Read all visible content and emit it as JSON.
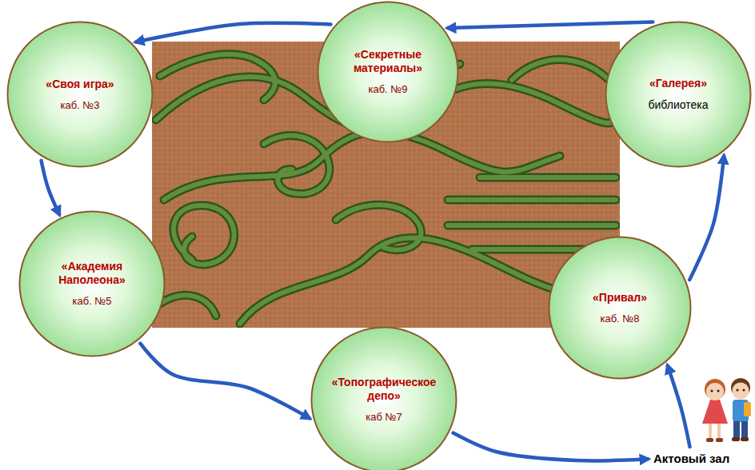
{
  "diagram": {
    "nodes": [
      {
        "text": [
          "«Своя игра»",
          "каб. №3"
        ]
      },
      {
        "text": [
          "«Секретные материалы»",
          "каб. №9"
        ]
      },
      {
        "text": [
          "«Галерея»",
          "библиотека"
        ]
      },
      {
        "text": [
          "«Академия Наполеона»",
          "каб. №5"
        ]
      },
      {
        "text": [
          "«Топографическое депо»",
          "каб №7"
        ]
      },
      {
        "text": [
          "«Привал»",
          "каб. №8"
        ]
      },
      {
        "text": [
          "Актовый зал"
        ]
      }
    ],
    "edges": [
      {
        "from": 2,
        "to": 1,
        "arrow": "to"
      },
      {
        "from": 1,
        "to": 0,
        "arrow": "to"
      },
      {
        "from": 0,
        "to": 3,
        "arrow": "to"
      },
      {
        "from": 3,
        "to": 4,
        "arrow": "to"
      },
      {
        "from": 4,
        "to": 6,
        "arrow": "to"
      },
      {
        "from": 6,
        "to": 5,
        "arrow": "to"
      },
      {
        "from": 5,
        "to": 2,
        "arrow": "to"
      }
    ]
  }
}
